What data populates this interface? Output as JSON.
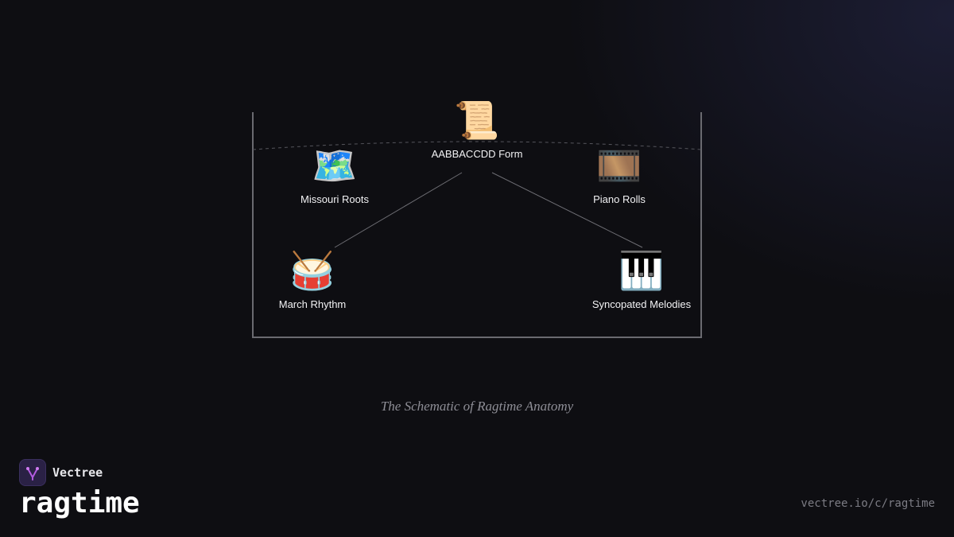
{
  "diagram": {
    "nodes": [
      {
        "id": "form",
        "icon": "📜",
        "icon_name": "scroll-icon",
        "label": "AABBACCDD Form"
      },
      {
        "id": "roots",
        "icon": "🗺️",
        "icon_name": "map-icon",
        "label": "Missouri Roots"
      },
      {
        "id": "rolls",
        "icon": "🎞️",
        "icon_name": "film-frames-icon",
        "label": "Piano Rolls"
      },
      {
        "id": "march",
        "icon": "🥁",
        "icon_name": "drum-icon",
        "label": "March Rhythm"
      },
      {
        "id": "melodies",
        "icon": "🎹",
        "icon_name": "piano-keyboard-icon",
        "label": "Syncopated Melodies"
      }
    ],
    "edges": [
      {
        "from": "form",
        "to": "march"
      },
      {
        "from": "form",
        "to": "melodies"
      }
    ],
    "caption": "The Schematic of Ragtime Anatomy"
  },
  "brand": {
    "name": "Vectree",
    "topic": "ragtime",
    "url": "vectree.io/c/ragtime",
    "accent_color": "#b25ae0"
  }
}
